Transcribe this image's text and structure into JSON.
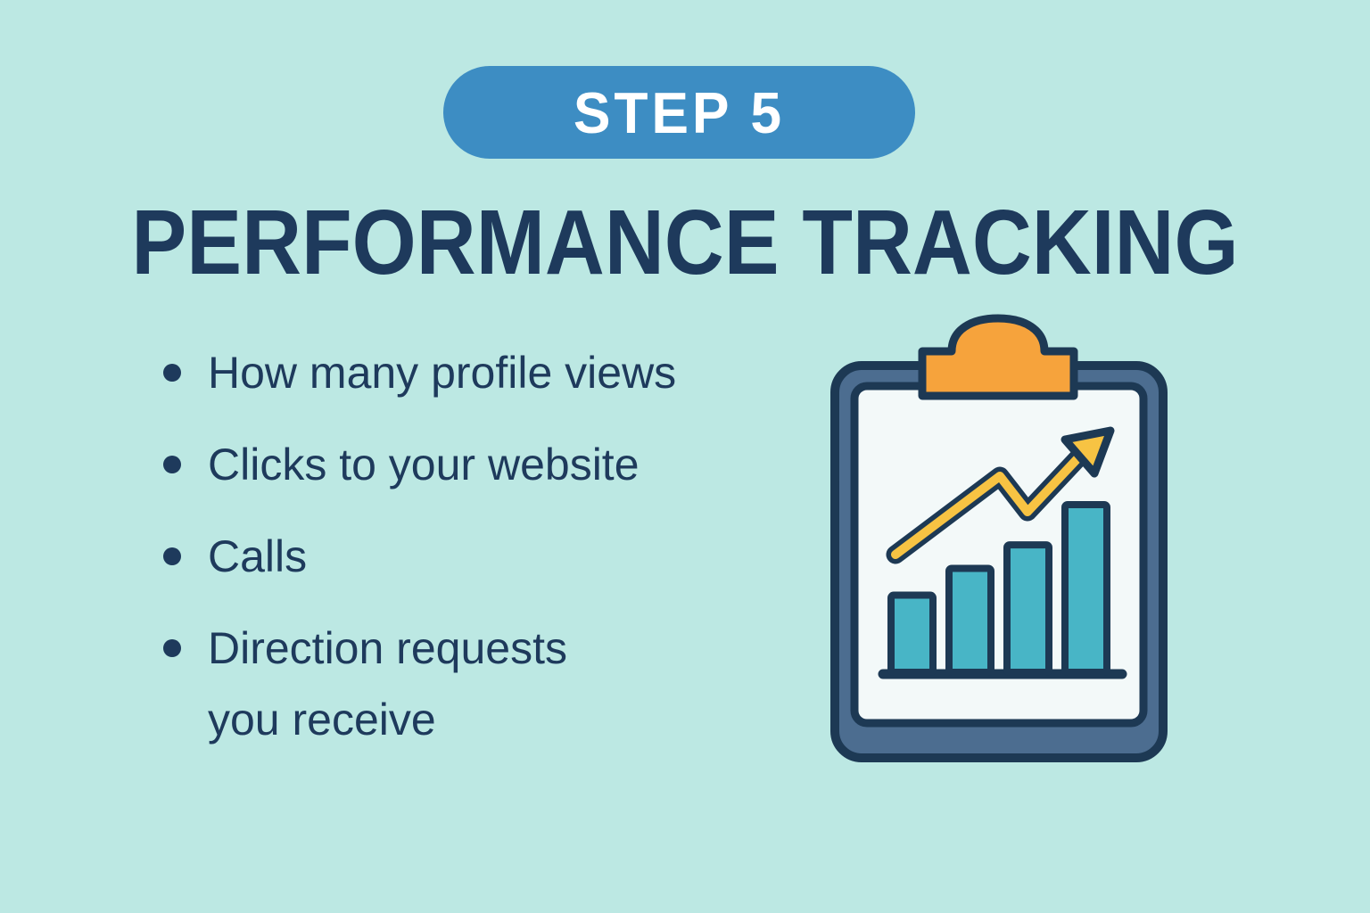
{
  "colors": {
    "background": "#bce8e3",
    "badge-blue": "#3d8dc3",
    "text-navy": "#1e3a5c",
    "outline-navy": "#1d3954",
    "clipboard-slate": "#4c6d90",
    "paper-white": "#f3f9f9",
    "clip-orange": "#f6a33c",
    "arrow-yellow": "#f7c343",
    "bar-teal": "#48b5c6"
  },
  "badge": {
    "label": "STEP 5"
  },
  "heading": {
    "title": "PERFORMANCE TRACKING"
  },
  "bullets": {
    "items": [
      {
        "label": "How many profile views"
      },
      {
        "label": "Clicks to your website"
      },
      {
        "label": "Calls"
      },
      {
        "label": "Direction requests\nyou receive"
      }
    ]
  },
  "illustration": {
    "name": "clipboard-with-rising-bar-chart-and-trend-arrow",
    "bar_heights_relative": [
      0.46,
      0.62,
      0.76,
      1.0
    ],
    "elements": [
      "clipboard-body",
      "orange-clip",
      "paper",
      "bar-chart",
      "upward-trend-arrow"
    ]
  }
}
